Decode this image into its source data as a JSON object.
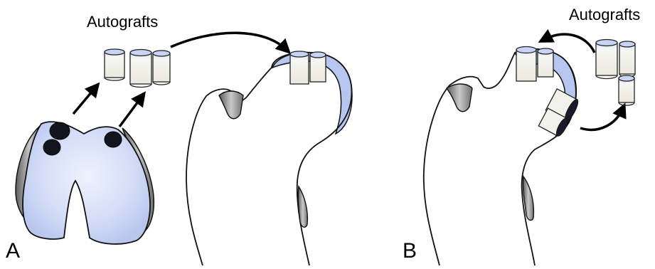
{
  "panels": {
    "a": {
      "label": "A",
      "graft_label": "Autografts"
    },
    "b": {
      "label": "B",
      "graft_label": "Autografts"
    }
  },
  "colors": {
    "cartilage_blue": "#b9c8ee",
    "cartilage_light": "#dde5fb",
    "bone_gray": "#9a9a9a",
    "graft_fill": "#f1f1ea",
    "defect_dark": "#1a1a2a",
    "outline": "#111111"
  }
}
